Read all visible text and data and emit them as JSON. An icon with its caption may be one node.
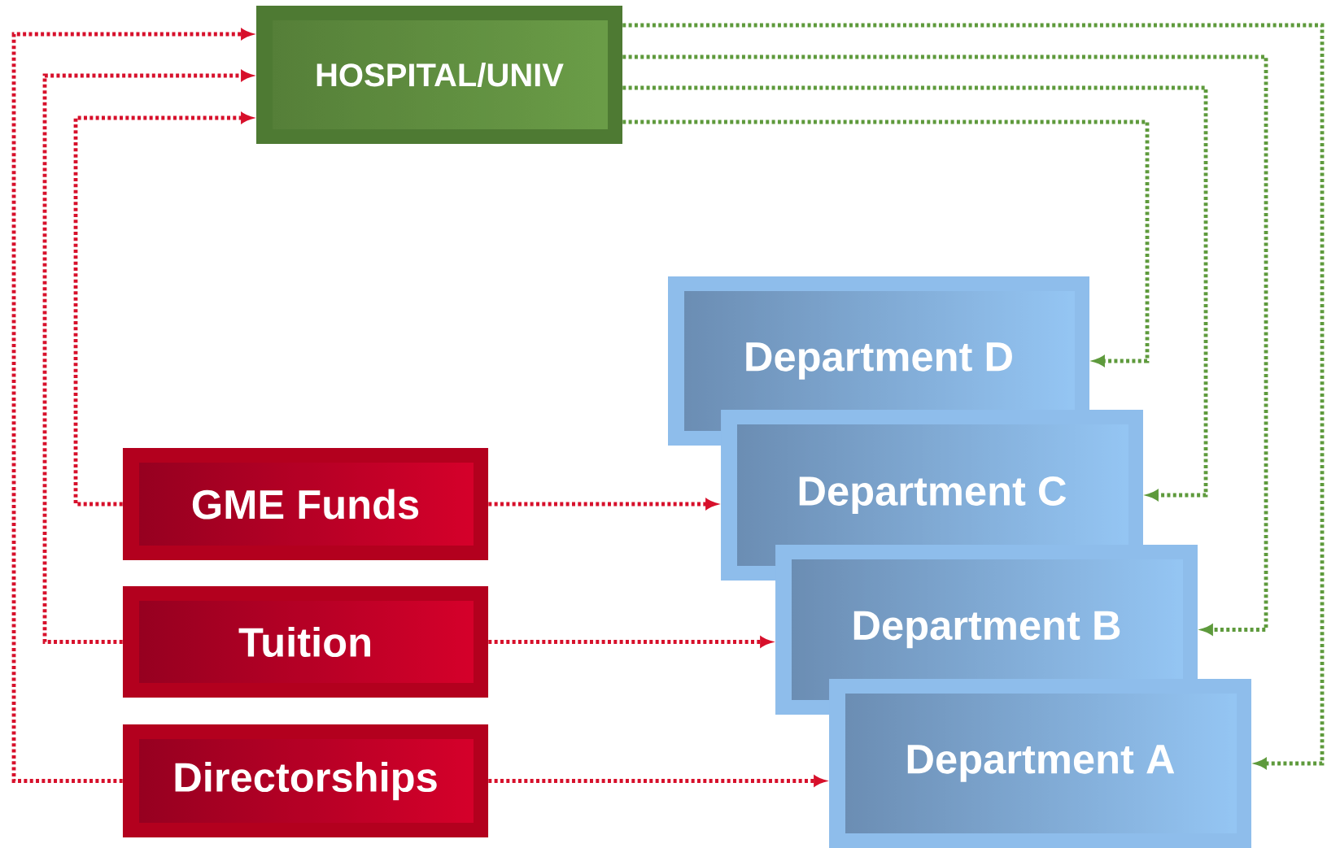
{
  "diagram": {
    "nodes": [
      {
        "text": [
          "HOSPITAL/UNIV"
        ]
      },
      {
        "text": [
          "Department D"
        ]
      },
      {
        "text": [
          "Department C"
        ]
      },
      {
        "text": [
          "Department B"
        ]
      },
      {
        "text": [
          "Department A"
        ]
      },
      {
        "text": [
          "GME Funds"
        ]
      },
      {
        "text": [
          "Tuition"
        ]
      },
      {
        "text": [
          "Directorships"
        ]
      }
    ],
    "edges": [
      {
        "from": 5,
        "to": 0,
        "arrow": "to"
      },
      {
        "from": 6,
        "to": 0,
        "arrow": "to"
      },
      {
        "from": 7,
        "to": 0,
        "arrow": "to"
      },
      {
        "from": 5,
        "to": 2,
        "arrow": "to"
      },
      {
        "from": 6,
        "to": 3,
        "arrow": "to"
      },
      {
        "from": 7,
        "to": 4,
        "arrow": "to"
      },
      {
        "from": 0,
        "to": 1,
        "arrow": "to",
        "color": "#5e9a3c"
      },
      {
        "from": 0,
        "to": 2,
        "arrow": "to",
        "color": "#5e9a3c"
      },
      {
        "from": 0,
        "to": 3,
        "arrow": "to",
        "color": "#5e9a3c"
      },
      {
        "from": 0,
        "to": 4,
        "arrow": "to",
        "color": "#5e9a3c"
      }
    ]
  }
}
